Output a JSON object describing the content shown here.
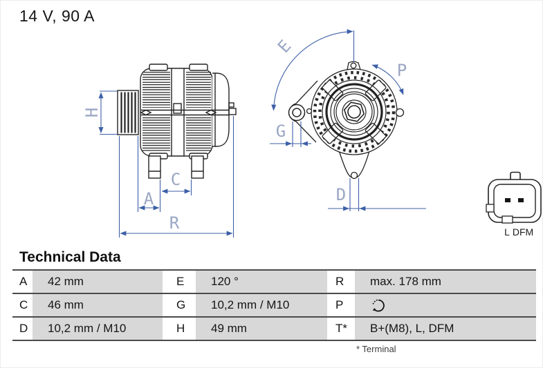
{
  "header": {
    "title": "14 V, 90 A"
  },
  "drawing": {
    "colors": {
      "line": "#222222",
      "dimension_line": "#3c5fa7",
      "dimension_label": "#9aa6c4"
    },
    "dim_labels": {
      "H": "H",
      "A": "A",
      "C": "C",
      "R": "R",
      "E": "E",
      "G": "G",
      "P": "P",
      "D": "D"
    },
    "connector": {
      "pin_labels": [
        "L",
        "DFM"
      ]
    }
  },
  "technical_data": {
    "heading": "Technical Data",
    "rows": [
      [
        {
          "key": "A",
          "value": "42 mm"
        },
        {
          "key": "E",
          "value": "120 °"
        },
        {
          "key": "R",
          "value": "max. 178 mm"
        }
      ],
      [
        {
          "key": "C",
          "value": "46 mm"
        },
        {
          "key": "G",
          "value": "10,2 mm / M10"
        },
        {
          "key": "P",
          "value": "",
          "icon": "rotation-direction-icon"
        }
      ],
      [
        {
          "key": "D",
          "value": "10,2 mm / M10"
        },
        {
          "key": "H",
          "value": "49 mm"
        },
        {
          "key": "T*",
          "value": "B+(M8), L, DFM"
        }
      ]
    ],
    "footnote": "* Terminal"
  }
}
